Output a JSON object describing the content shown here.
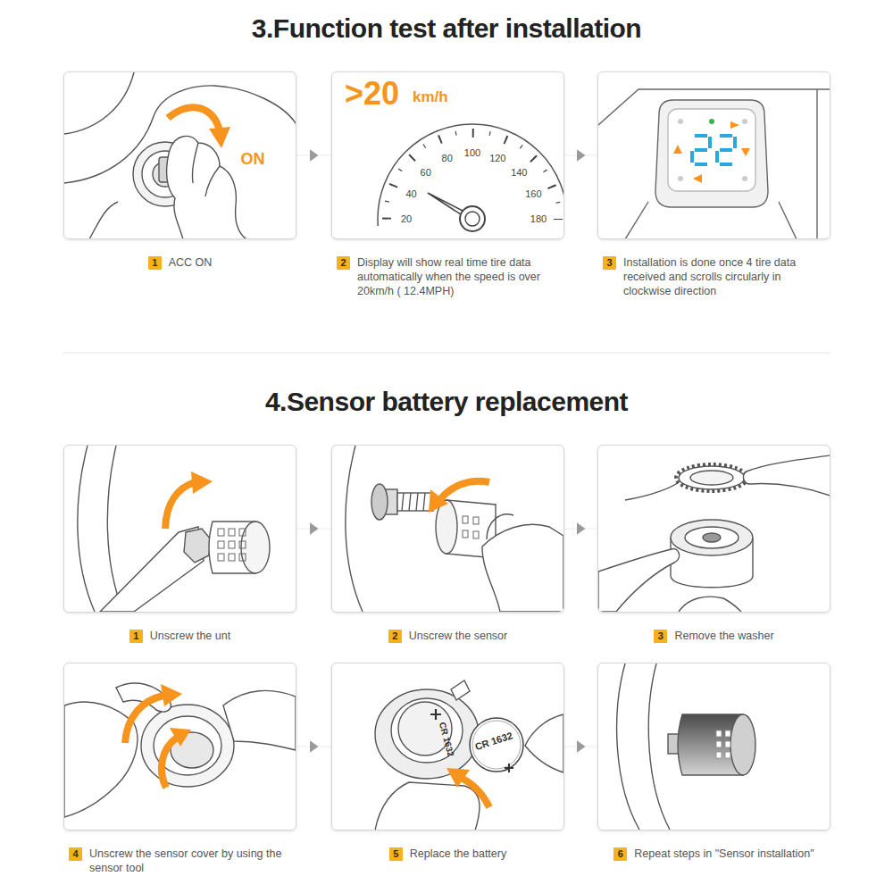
{
  "diagram": {
    "title": "3.Function test after installation",
    "nodes": [
      {
        "text": [
          "1",
          "ACC ON"
        ]
      },
      {
        "text": [
          "2",
          "Display will show real time tire data automatically when the speed is over 20km/h ( 12.4MPH)"
        ]
      },
      {
        "text": [
          "3",
          "Installation is done once 4 tire data received and scrolls circularly in clockwise direction"
        ]
      },
      {
        "text": [
          "1",
          "Unscrew the unt"
        ]
      },
      {
        "text": [
          "2",
          "Unscrew the sensor"
        ]
      },
      {
        "text": [
          "3",
          "Remove the washer"
        ]
      },
      {
        "text": [
          "4",
          "Unscrew the sensor cover by using the sensor tool"
        ]
      },
      {
        "text": [
          "5",
          "Replace the battery"
        ]
      },
      {
        "text": [
          "6",
          "Repeat steps in \"Sensor installation\""
        ]
      }
    ],
    "edges": [
      {
        "from": 0,
        "to": 1,
        "arrow": "to"
      },
      {
        "from": 1,
        "to": 2,
        "arrow": "to"
      },
      {
        "from": 3,
        "to": 4,
        "arrow": "to"
      },
      {
        "from": 4,
        "to": 5,
        "arrow": "to"
      },
      {
        "from": 6,
        "to": 7,
        "arrow": "to"
      },
      {
        "from": 7,
        "to": 8,
        "arrow": "to"
      }
    ],
    "labels": [
      "ON",
      ">20",
      "km/h",
      "20",
      "40",
      "60",
      "80",
      "100",
      "120",
      "140",
      "160",
      "180",
      "4.Sensor battery replacement",
      "CR 1632",
      "CR 1632"
    ]
  }
}
